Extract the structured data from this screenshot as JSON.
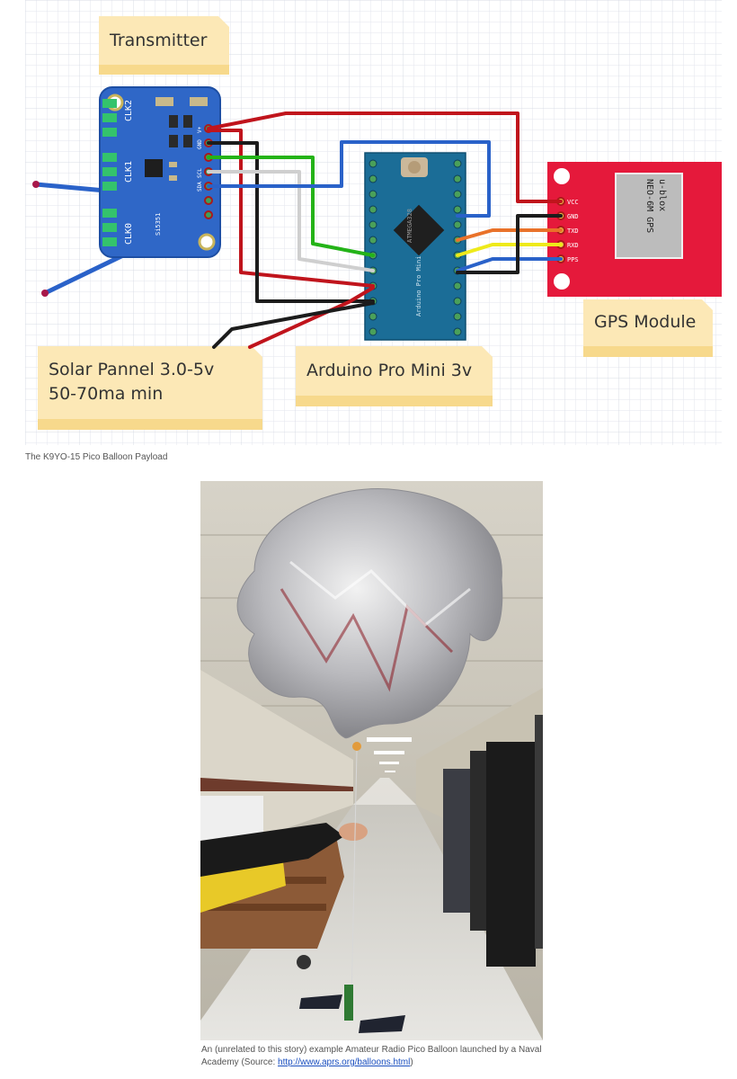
{
  "diagram": {
    "notes": {
      "transmitter": "Transmitter",
      "solar_line1": "Solar Pannel 3.0-5v",
      "solar_line2": "50-70ma min",
      "arduino": "Arduino Pro Mini 3v",
      "gps": "GPS Module"
    },
    "transmitter_board": {
      "labels": [
        "CLK2",
        "CLK1",
        "CLK0"
      ],
      "chip_text": "Si5351",
      "pins": [
        "V+",
        "GND",
        "SCL",
        "SDA"
      ]
    },
    "arduino_board": {
      "chip_text": "ATMEGA328",
      "title_text": "Arduino Pro Mini"
    },
    "gps_board": {
      "module_text_1": "u-blox",
      "module_text_2": "NEO-6M GPS",
      "pins": [
        "VCC",
        "GND",
        "TXD",
        "RXD",
        "PPS"
      ]
    },
    "wire_colors": {
      "red": "#c0141c",
      "black": "#1c1c1c",
      "blue": "#2a62c9",
      "green": "#24b318",
      "white": "#cfcfcf",
      "orange": "#e9722a",
      "yellow": "#eeea1a"
    }
  },
  "captions": {
    "diagram_caption": "The K9YO-15 Pico Balloon Payload",
    "photo_caption_text": "An (unrelated to this story) example Amateur Radio Pico Balloon launched by a Naval Academy (Source: ",
    "photo_caption_link": "http://www.aprs.org/balloons.html",
    "photo_caption_end": ")"
  }
}
